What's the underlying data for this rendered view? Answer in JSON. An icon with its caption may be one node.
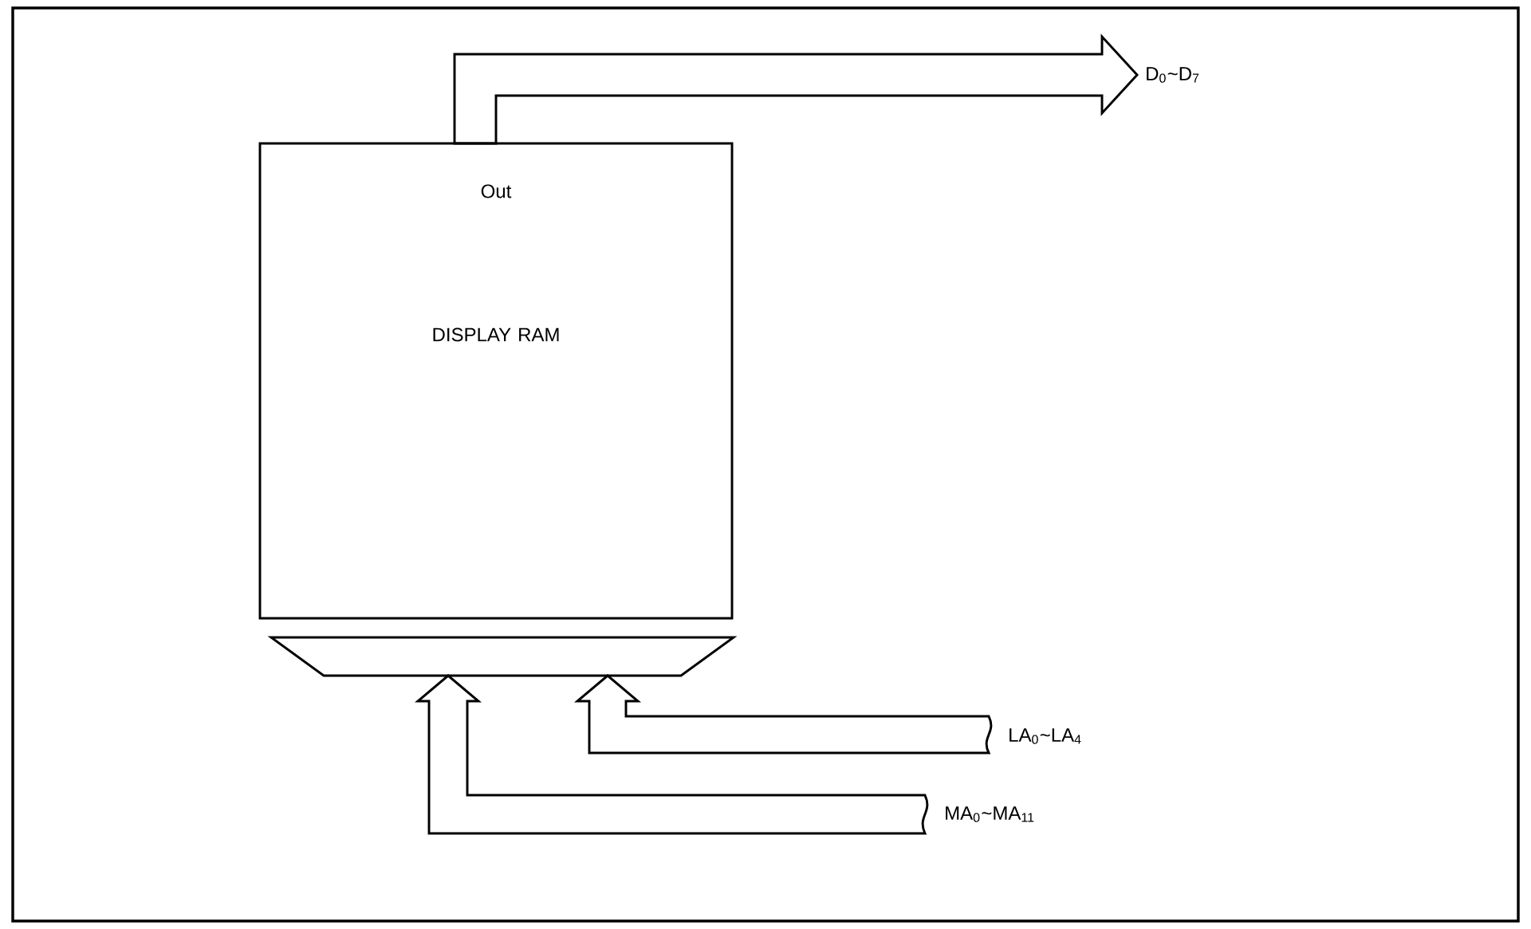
{
  "diagram": {
    "nodes": [
      {
        "text": [
          "Out",
          "DISPLAY RAM"
        ]
      },
      {
        "text": [],
        "shape": "trapezoid"
      },
      {
        "text": [
          "D$_{0}$~D$_{7}$"
        ]
      },
      {
        "text": [
          "LA$_{0}$~LA$_{4}$"
        ]
      },
      {
        "text": [
          "MA$_{0}$~MA$_{11}$"
        ]
      }
    ],
    "edges": [
      {
        "from": 0,
        "to": 2,
        "arrow": "to"
      },
      {
        "from": 3,
        "to": 1,
        "arrow": "to"
      },
      {
        "from": 4,
        "to": 1,
        "arrow": "to"
      }
    ]
  }
}
